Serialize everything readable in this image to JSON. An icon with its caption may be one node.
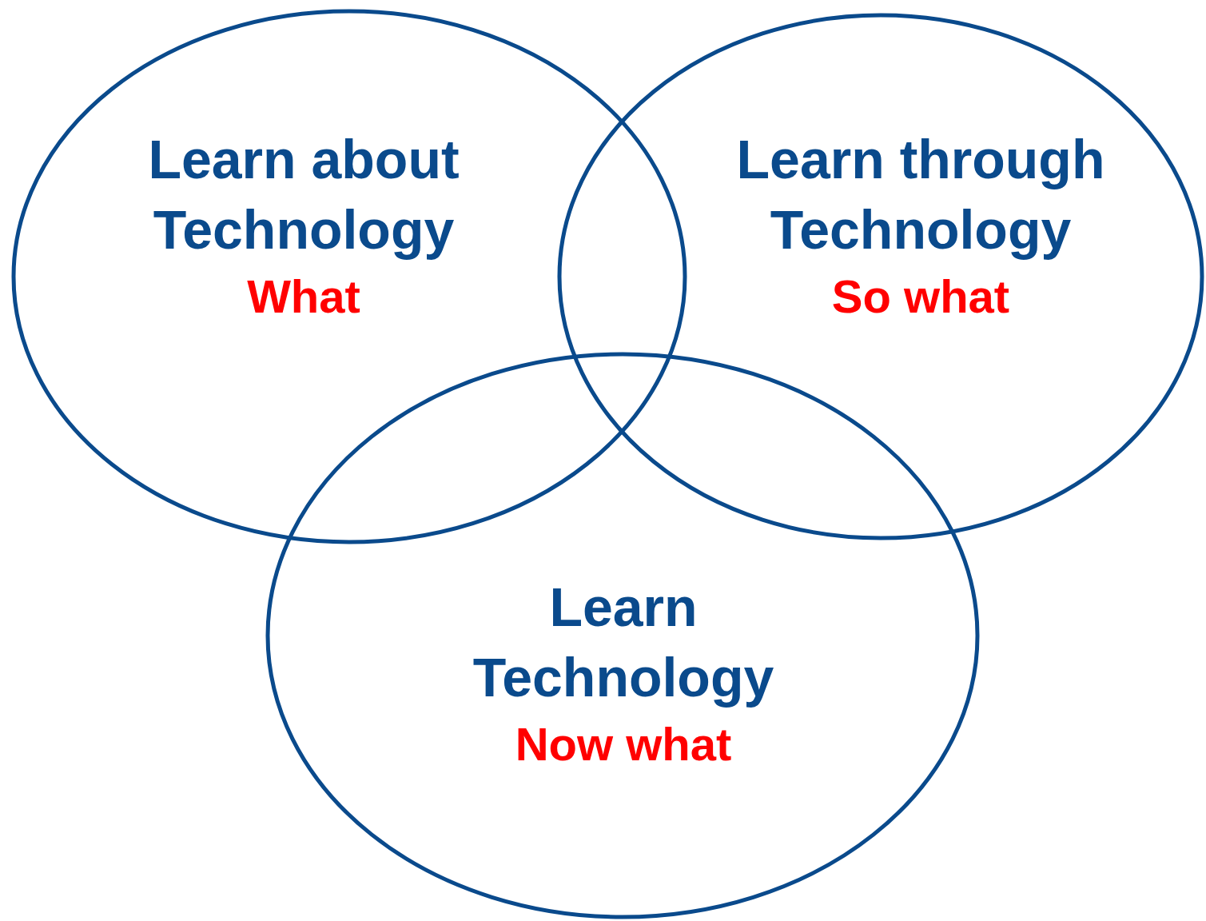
{
  "diagram": {
    "nodes": [
      {
        "text": [
          "Learn about Technology",
          "What"
        ]
      },
      {
        "text": [
          "Learn through Technology",
          "So what"
        ]
      },
      {
        "text": [
          "Learn Technology",
          "Now what"
        ]
      }
    ],
    "edges": []
  }
}
